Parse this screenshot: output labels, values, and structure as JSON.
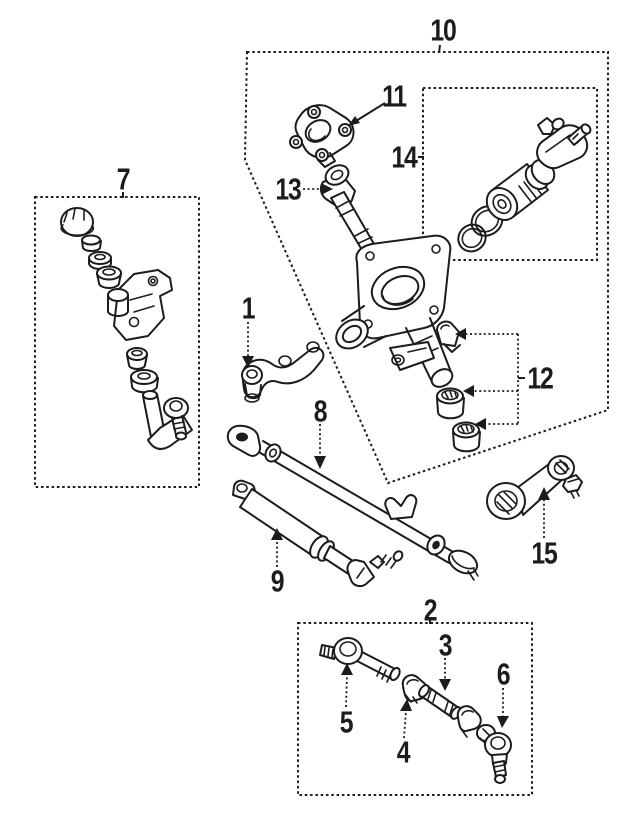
{
  "figure": {
    "background_color": "#ffffff",
    "line_color": "#1c1c1c",
    "description_style": "black-and-white exploded steering-linkage parts diagram",
    "group_boxes": [
      "2",
      "7",
      "10",
      "14"
    ],
    "callouts": {
      "c1": {
        "label": "1"
      },
      "c2": {
        "label": "2"
      },
      "c3": {
        "label": "3"
      },
      "c4": {
        "label": "4"
      },
      "c5": {
        "label": "5"
      },
      "c6": {
        "label": "6"
      },
      "c7": {
        "label": "7"
      },
      "c8": {
        "label": "8"
      },
      "c9": {
        "label": "9"
      },
      "c10": {
        "label": "10"
      },
      "c11": {
        "label": "11"
      },
      "c12": {
        "label": "12"
      },
      "c13": {
        "label": "13"
      },
      "c14": {
        "label": "14"
      },
      "c15": {
        "label": "15"
      }
    }
  }
}
